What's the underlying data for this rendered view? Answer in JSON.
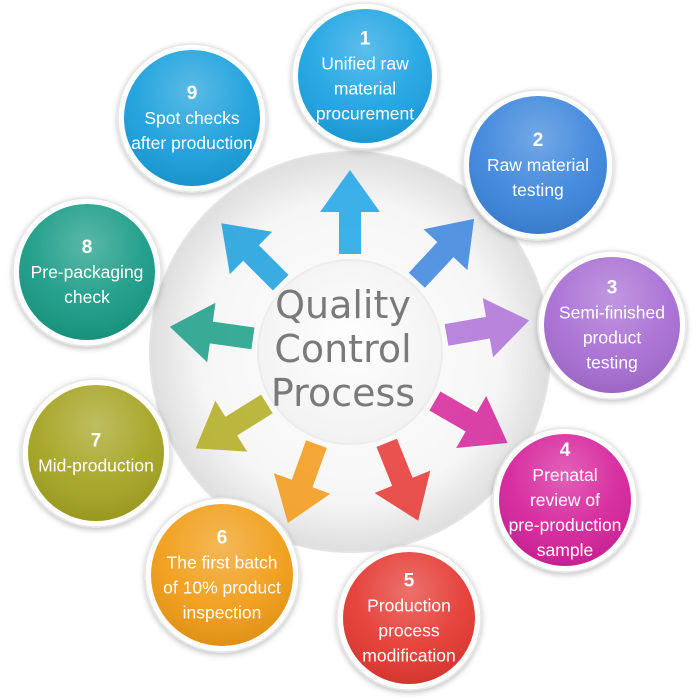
{
  "center": {
    "lines": [
      "Quality",
      "Control",
      "Process"
    ]
  },
  "steps": [
    {
      "num": "1",
      "lines": [
        "Unified raw",
        "material",
        "procurement"
      ],
      "color": "#1ea4e3"
    },
    {
      "num": "2",
      "lines": [
        "Raw material",
        "testing"
      ],
      "color": "#3d86dc"
    },
    {
      "num": "3",
      "lines": [
        "Semi-finished",
        "product",
        "testing"
      ],
      "color": "#a96fd4"
    },
    {
      "num": "4",
      "lines": [
        "Prenatal",
        "review of",
        "pre-production",
        "sample"
      ],
      "color": "#d6249c"
    },
    {
      "num": "5",
      "lines": [
        "Production",
        "process",
        "modification"
      ],
      "color": "#e53a33"
    },
    {
      "num": "6",
      "lines": [
        "The first batch",
        "of 10% product",
        "inspection"
      ],
      "color": "#f19d18"
    },
    {
      "num": "7",
      "lines": [
        "Mid-production"
      ],
      "color": "#a5a423"
    },
    {
      "num": "8",
      "lines": [
        "Pre-packaging",
        "check"
      ],
      "color": "#1a9c86"
    },
    {
      "num": "9",
      "lines": [
        "Spot checks",
        "after production"
      ],
      "color": "#1ba0dc"
    }
  ],
  "arrow_colors": [
    "#22a6e6",
    "#3f86de",
    "#b074d8",
    "#d5289c",
    "#e63a36",
    "#f29a1a",
    "#b3ad24",
    "#1f9f88",
    "#1fa1de"
  ]
}
